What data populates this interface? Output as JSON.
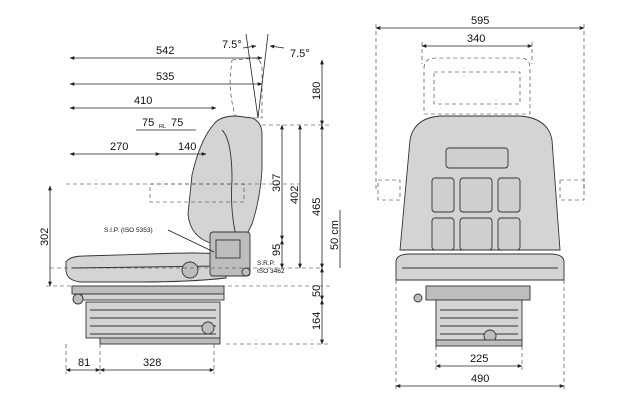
{
  "side_view": {
    "angle_left": "7.5°",
    "angle_right": "7.5°",
    "dim_542": "542",
    "dim_535": "535",
    "dim_410": "410",
    "dim_75_left": "75",
    "dim_rl": "RL",
    "dim_75_right": "75",
    "dim_270": "270",
    "dim_140": "140",
    "dim_180": "180",
    "dim_307": "307",
    "dim_402": "402",
    "dim_465": "465",
    "dim_95": "95",
    "dim_50cm": "50 cm",
    "dim_302": "302",
    "dim_50": "50",
    "dim_164": "164",
    "dim_81": "81",
    "dim_328": "328",
    "sip_label": "S.I.P. (ISO 5353)",
    "srp_label_1": "S.R.P.",
    "srp_label_2": "ISO 3462"
  },
  "front_view": {
    "dim_595": "595",
    "dim_340": "340",
    "dim_225": "225",
    "dim_490": "490"
  }
}
